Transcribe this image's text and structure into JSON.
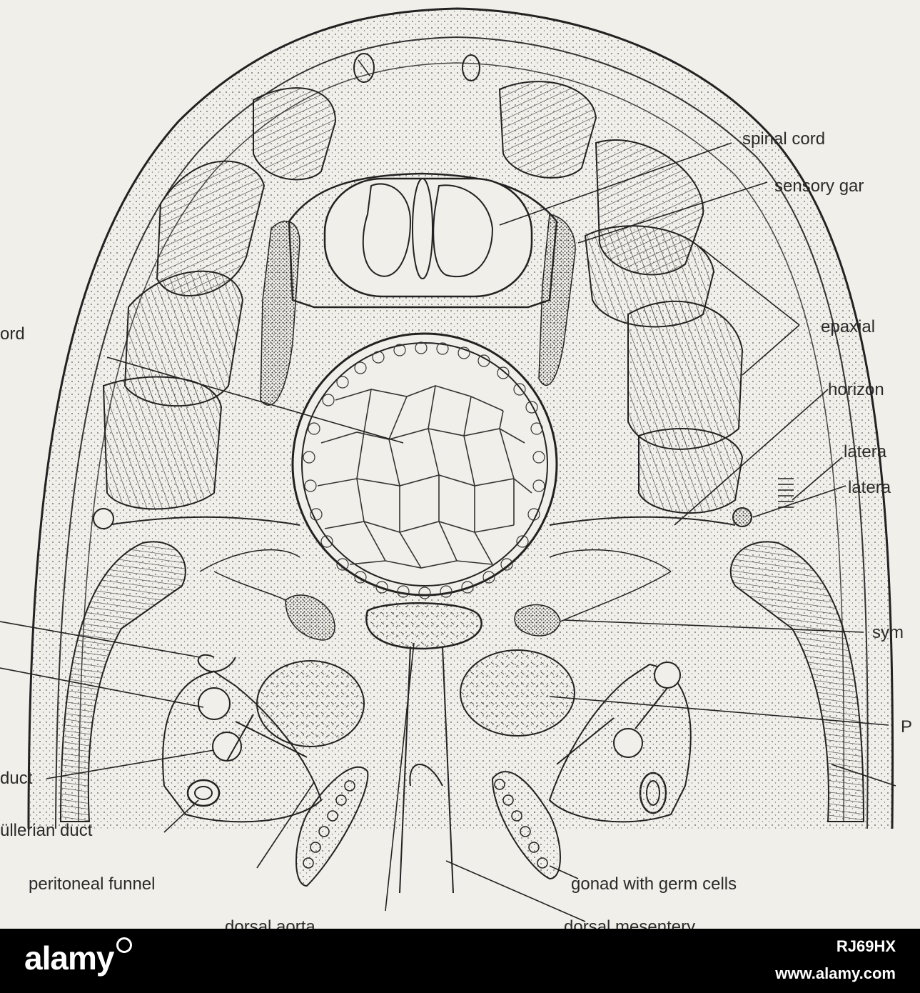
{
  "diagram": {
    "labels": {
      "spinal_cord": "spinal cord",
      "sensory_ganglion": "sensory gar",
      "epaxial": "epaxial",
      "notochord": "ord",
      "horizontal": "horizon",
      "lateral_1": "latera",
      "lateral_2": "latera",
      "sympathetic": "sym",
      "unlabeled_left_1": "",
      "postcardinal": "P",
      "duct": "duct",
      "mullerian_duct": "üllerian duct",
      "peritoneal_funnel": "peritoneal funnel",
      "gonad": "gonad with germ cells",
      "dorsal_aorta": "dorsal aorta",
      "dorsal_mesentery": "dorsal mesentery"
    },
    "colors": {
      "background": "#f1efe9",
      "ink": "#2a2a2a"
    }
  },
  "watermark": {
    "brand": "alamy",
    "image_id": "RJ69HX",
    "site": "www.alamy.com"
  }
}
